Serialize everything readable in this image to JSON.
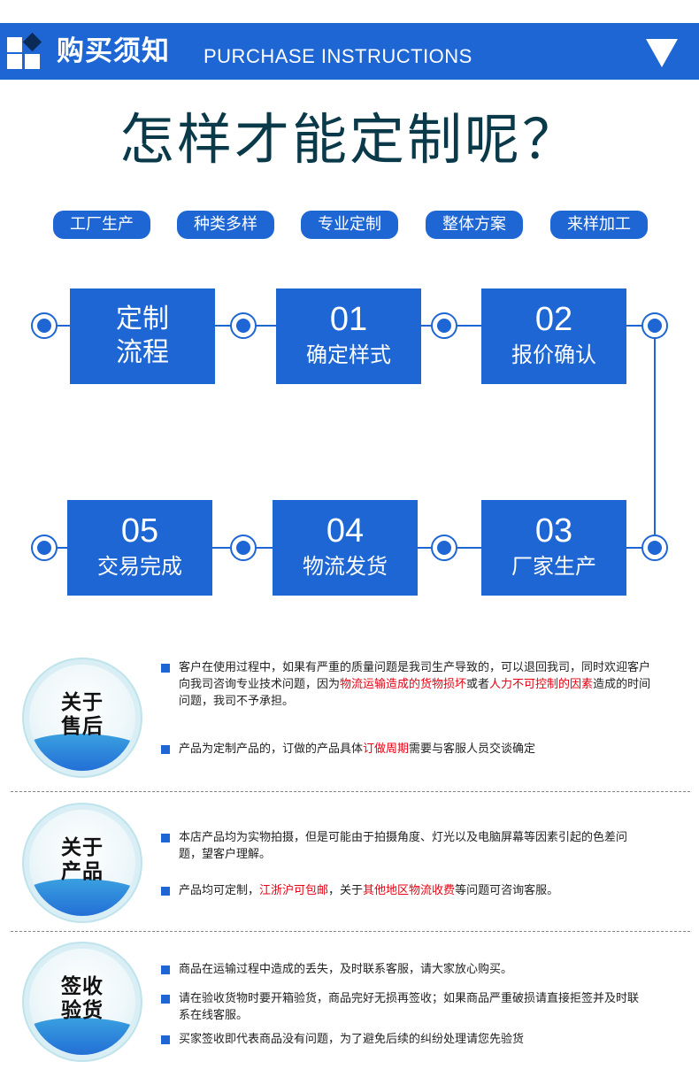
{
  "header": {
    "title": "购买须知",
    "subtitle": "PURCHASE INSTRUCTIONS"
  },
  "question": "怎样才能定制呢？",
  "tags": [
    "工厂生产",
    "种类多样",
    "专业定制",
    "整体方案",
    "来样加工"
  ],
  "process": {
    "title_line1": "定制",
    "title_line2": "流程",
    "steps": [
      {
        "num": "01",
        "label": "确定样式"
      },
      {
        "num": "02",
        "label": "报价确认"
      },
      {
        "num": "03",
        "label": "厂家生产"
      },
      {
        "num": "04",
        "label": "物流发货"
      },
      {
        "num": "05",
        "label": "交易完成"
      }
    ]
  },
  "sections": {
    "after_sales": {
      "badge_line1": "关于",
      "badge_line2": "售后",
      "p1_a": "客户在使用过程中，如果有严重的质量问题是我司生产导致的，可以退回我司，同时欢迎客户向我司咨询专业技术问题，因为",
      "p1_red1": "物流运输造成的货物损坏",
      "p1_b": "或者",
      "p1_red2": "人力不可控制的因素",
      "p1_c": "造成的时间问题，我司不予承担。",
      "p2_a": "产品为定制产品的，订做的产品具体",
      "p2_red": "订做周期",
      "p2_b": "需要与客服人员交谈确定"
    },
    "product": {
      "badge_line1": "关于",
      "badge_line2": "产品",
      "p1": "本店产品均为实物拍摄，但是可能由于拍摄角度、灯光以及电脑屏幕等因素引起的色差问题，望客户理解。",
      "p2_a": "产品均可定制，",
      "p2_red1": "江浙沪可包邮",
      "p2_b": "，关于",
      "p2_red2": "其他地区物流收费",
      "p2_c": "等问题可咨询客服。"
    },
    "receipt": {
      "badge_line1": "签收",
      "badge_line2": "验货",
      "p1": "商品在运输过程中造成的丢失，及时联系客服，请大家放心购买。",
      "p2": "请在验收货物时要开箱验货，商品完好无损再签收；如果商品严重破损请直接拒签并及时联系在线客服。",
      "p3": "买家签收即代表商品没有问题，为了避免后续的纠纷处理请您先验货"
    }
  },
  "colors": {
    "primary": "#1e66d4",
    "dark_text": "#0a3a4a",
    "highlight": "#e60012"
  }
}
